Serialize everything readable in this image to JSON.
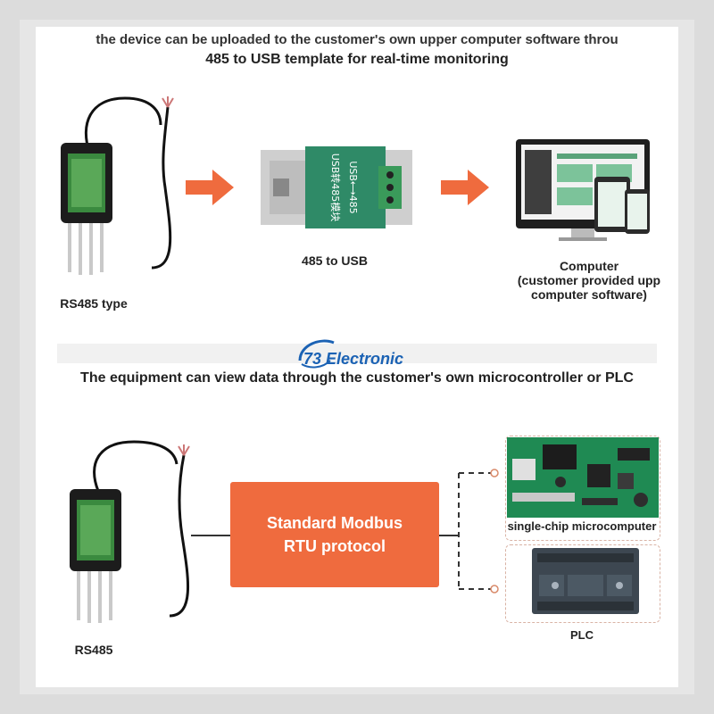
{
  "header": {
    "line1": "the device can be uploaded to the customer's own upper computer software throu",
    "line2": "485 to USB template for real-time monitoring"
  },
  "top_flow": {
    "sensor_label": "RS485 type",
    "converter_label": "485 to USB",
    "converter_text_a": "USB转485模块",
    "converter_text_b": "USB⟷485",
    "computer_label_1": "Computer",
    "computer_label_2": "(customer provided upp",
    "computer_label_3": "computer software)"
  },
  "logo": {
    "text": "73 Electronic"
  },
  "bottom_section": {
    "title": "The equipment can view data through the customer's own microcontroller or PLC",
    "sensor_label": "RS485",
    "protocol_line1": "Standard Modbus",
    "protocol_line2": "RTU protocol",
    "mcu_label": "single-chip microcomputer",
    "plc_label": "PLC"
  },
  "colors": {
    "accent_orange": "#ef6b3e",
    "logo_blue": "#1b62b4",
    "converter_green": "#2f8a67"
  }
}
